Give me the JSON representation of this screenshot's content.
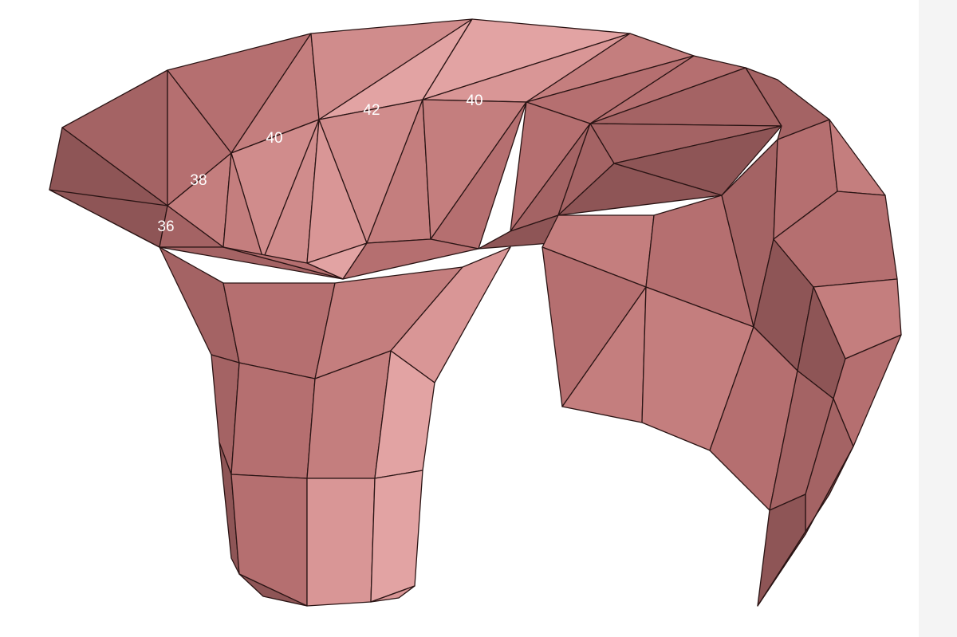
{
  "figure": {
    "surface_color": "#c98484",
    "edge_color": "#2a1414",
    "label_color": "#ffffff",
    "contour_labels": [
      "36",
      "38",
      "40",
      "42",
      "40"
    ]
  }
}
